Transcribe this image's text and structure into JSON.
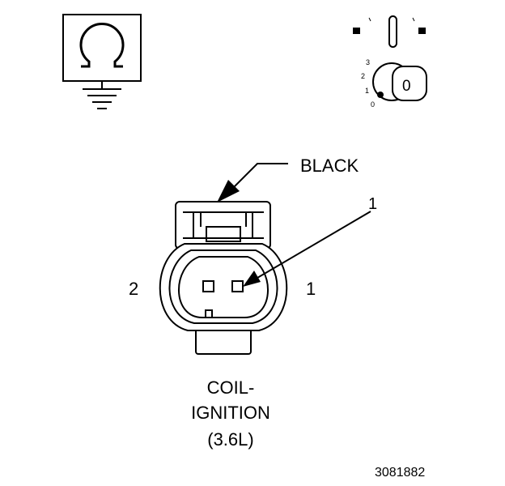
{
  "colors": {
    "ink": "#000000",
    "paper": "#ffffff"
  },
  "icons": {
    "meter": "ohmmeter-ground-icon",
    "ignition": "ignition-switch-off-icon"
  },
  "ignition_switch": {
    "positions": [
      "3",
      "2",
      "1",
      "0"
    ],
    "key_label": "0"
  },
  "connector": {
    "color_callout": "BLACK",
    "pin_callout": "1",
    "side_label_left": "2",
    "side_label_right": "1"
  },
  "caption": {
    "line1": "COIL-",
    "line2": "IGNITION",
    "line3": "(3.6L)"
  },
  "figure_number": "3081882"
}
